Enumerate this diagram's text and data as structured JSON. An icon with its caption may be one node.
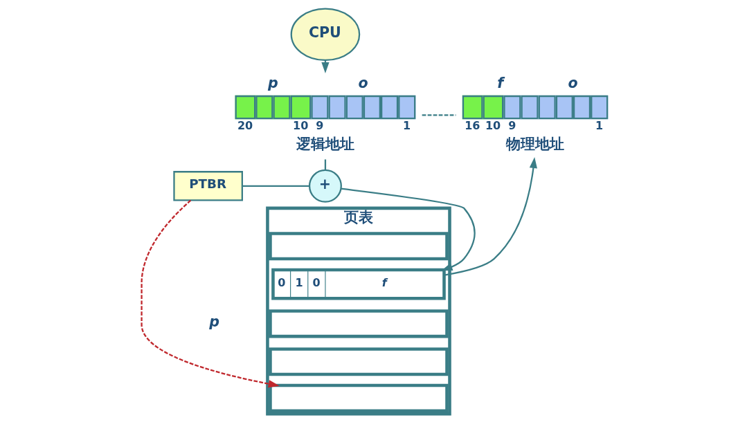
{
  "diagram": {
    "nodes": [
      {
        "text": [
          "CPU"
        ]
      },
      {
        "text": [
          "p",
          "o",
          "20",
          "10",
          "9",
          "1",
          "逻辑地址"
        ]
      },
      {
        "text": [
          "f",
          "o",
          "16",
          "10",
          "9",
          "1",
          "物理地址"
        ]
      },
      {
        "text": [
          "页表"
        ]
      },
      {
        "text": [],
        "shape": "box",
        "in": 3
      },
      {
        "text": [
          "0",
          "1",
          "0",
          "f"
        ],
        "in": 3
      },
      {
        "text": [],
        "shape": "box",
        "in": 3
      },
      {
        "text": [],
        "shape": "box",
        "in": 3
      },
      {
        "text": [],
        "shape": "box",
        "in": 3
      },
      {
        "text": [
          "PTBR"
        ]
      },
      {
        "text": [
          "+"
        ]
      }
    ],
    "edges": [
      {
        "from": 0,
        "to": 1,
        "arrow": "to"
      },
      {
        "from": 1,
        "to": 2,
        "arrow": "none",
        "style": "dashed"
      },
      {
        "from": 1,
        "to": 10,
        "arrow": "none"
      },
      {
        "from": 9,
        "to": 10,
        "arrow": "none"
      },
      {
        "from": 10,
        "to": 5,
        "arrow": "to"
      },
      {
        "from": 5,
        "to": 2,
        "arrow": "to"
      },
      {
        "from": 9,
        "to": 8,
        "arrow": "to",
        "style": "dashed",
        "color": "#c0282d"
      }
    ],
    "labels": [
      "p"
    ]
  }
}
